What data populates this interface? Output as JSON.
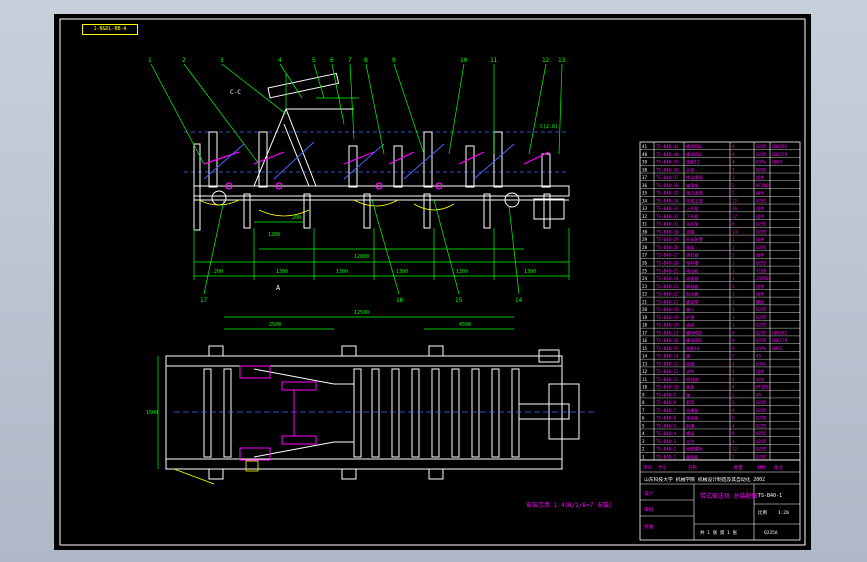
{
  "sheet": {
    "frame_tag": "1-B&DL-BB-A",
    "section_mark": "A",
    "view_note": "C-C",
    "level_label": "C(2.8)",
    "callouts": [
      "1",
      "2",
      "3",
      "4",
      "5",
      "6",
      "7",
      "8",
      "9",
      "10",
      "11",
      "12",
      "13",
      "14",
      "15",
      "16",
      "17"
    ],
    "dims": {
      "elev": [
        "1200",
        "200"
      ],
      "base_row": [
        "200",
        "1300",
        "1300",
        "1300",
        "1300",
        "1300"
      ],
      "overall": "12000",
      "plan_top": [
        "12500",
        "2500",
        "4500"
      ],
      "plan_left": "1500"
    },
    "plan_note": "安装示意 1:4(B/1/8=7 安装)"
  },
  "title_block": {
    "university": "山东科技大学 机械学院 机械设计制造及其自动化 2002",
    "drawing_title": "带式输送机 总装配图",
    "drawing_no": "TS-B40-1",
    "scale_label": "比例",
    "scale": "1:20",
    "sheet_label": "共 1 张 第 1 张",
    "sign_rows": [
      "设计",
      "审核",
      "批准"
    ],
    "material_note": "Q235A"
  },
  "bom_header": [
    "序号",
    "代号",
    "名称",
    "数量",
    "材料",
    "备注"
  ],
  "bom_rows": [
    [
      "41",
      "TS-B40-41",
      "螺栓M12",
      "4",
      "Q235",
      "GB5782"
    ],
    [
      "40",
      "TS-B40-40",
      "螺母M12",
      "4",
      "Q235",
      "GB6170"
    ],
    [
      "39",
      "TS-B40-39",
      "垫圈12",
      "4",
      "65Mn",
      "GB93"
    ],
    [
      "38",
      "TS-B40-38",
      "头架",
      "1",
      "Q235",
      ""
    ],
    [
      "37",
      "TS-B40-37",
      "传动滚筒",
      "1",
      "组件",
      ""
    ],
    [
      "36",
      "TS-B40-36",
      "轴承座",
      "2",
      "HT200",
      ""
    ],
    [
      "35",
      "TS-B40-35",
      "改向滚筒",
      "2",
      "组件",
      ""
    ],
    [
      "34",
      "TS-B40-34",
      "托辊支架",
      "12",
      "Q235",
      ""
    ],
    [
      "33",
      "TS-B40-33",
      "上托辊",
      "36",
      "组件",
      ""
    ],
    [
      "32",
      "TS-B40-32",
      "下托辊",
      "12",
      "组件",
      ""
    ],
    [
      "31",
      "TS-B40-31",
      "中间架",
      "6",
      "Q235",
      ""
    ],
    [
      "30",
      "TS-B40-30",
      "支腿",
      "14",
      "Q235",
      ""
    ],
    [
      "29",
      "TS-B40-29",
      "拉紧装置",
      "1",
      "组件",
      ""
    ],
    [
      "28",
      "TS-B40-28",
      "尾架",
      "1",
      "Q235",
      ""
    ],
    [
      "27",
      "TS-B40-27",
      "清扫器",
      "2",
      "组件",
      ""
    ],
    [
      "26",
      "TS-B40-26",
      "导料槽",
      "1",
      "Q235",
      ""
    ],
    [
      "25",
      "TS-B40-25",
      "电动机",
      "1",
      "Y160",
      ""
    ],
    [
      "24",
      "TS-B40-24",
      "减速器",
      "1",
      "ZQ350",
      ""
    ],
    [
      "23",
      "TS-B40-23",
      "联轴器",
      "2",
      "组件",
      ""
    ],
    [
      "22",
      "TS-B40-22",
      "制动器",
      "1",
      "组件",
      ""
    ],
    [
      "21",
      "TS-B40-21",
      "输送带",
      "1",
      "橡胶",
      ""
    ],
    [
      "20",
      "TS-B40-20",
      "漏斗",
      "1",
      "Q235",
      ""
    ],
    [
      "19",
      "TS-B40-19",
      "护罩",
      "1",
      "Q235",
      ""
    ],
    [
      "18",
      "TS-B40-18",
      "底座",
      "1",
      "Q235",
      ""
    ],
    [
      "17",
      "TS-B40-17",
      "螺栓M16",
      "8",
      "Q235",
      "GB5782"
    ],
    [
      "16",
      "TS-B40-16",
      "螺母M16",
      "8",
      "Q235",
      "GB6170"
    ],
    [
      "15",
      "TS-B40-15",
      "垫圈16",
      "8",
      "65Mn",
      "GB93"
    ],
    [
      "14",
      "TS-B40-14",
      "键",
      "2",
      "45",
      ""
    ],
    [
      "13",
      "TS-B40-13",
      "挡圈",
      "4",
      "65Mn",
      ""
    ],
    [
      "12",
      "TS-B40-12",
      "油杯",
      "4",
      "组件",
      ""
    ],
    [
      "11",
      "TS-B40-11",
      "密封圈",
      "4",
      "毛毡",
      ""
    ],
    [
      "10",
      "TS-B40-10",
      "端盖",
      "4",
      "HT150",
      ""
    ],
    [
      "9",
      "TS-B40-9",
      "轴",
      "2",
      "45",
      ""
    ],
    [
      "8",
      "TS-B40-8",
      "套筒",
      "2",
      "Q235",
      ""
    ],
    [
      "7",
      "TS-B40-7",
      "支撑板",
      "4",
      "Q235",
      ""
    ],
    [
      "6",
      "TS-B40-6",
      "连接板",
      "6",
      "Q235",
      ""
    ],
    [
      "5",
      "TS-B40-5",
      "斜撑",
      "4",
      "Q235",
      ""
    ],
    [
      "4",
      "TS-B40-4",
      "横梁",
      "8",
      "Q235",
      ""
    ],
    [
      "3",
      "TS-B40-3",
      "立柱",
      "4",
      "Q235",
      ""
    ],
    [
      "2",
      "TS-B40-2",
      "地脚螺栓",
      "12",
      "Q235",
      ""
    ],
    [
      "1",
      "TS-B40-1",
      "基础板",
      "2",
      "Q235",
      ""
    ]
  ],
  "colors": {
    "background": "#000000",
    "frame": "#ffffff",
    "dimension": "#00ff00",
    "outline": "#ffffff",
    "hidden": "#4466ff",
    "accent": "#ff00ff",
    "note": "#ffff00",
    "callout": "#00ff00"
  }
}
